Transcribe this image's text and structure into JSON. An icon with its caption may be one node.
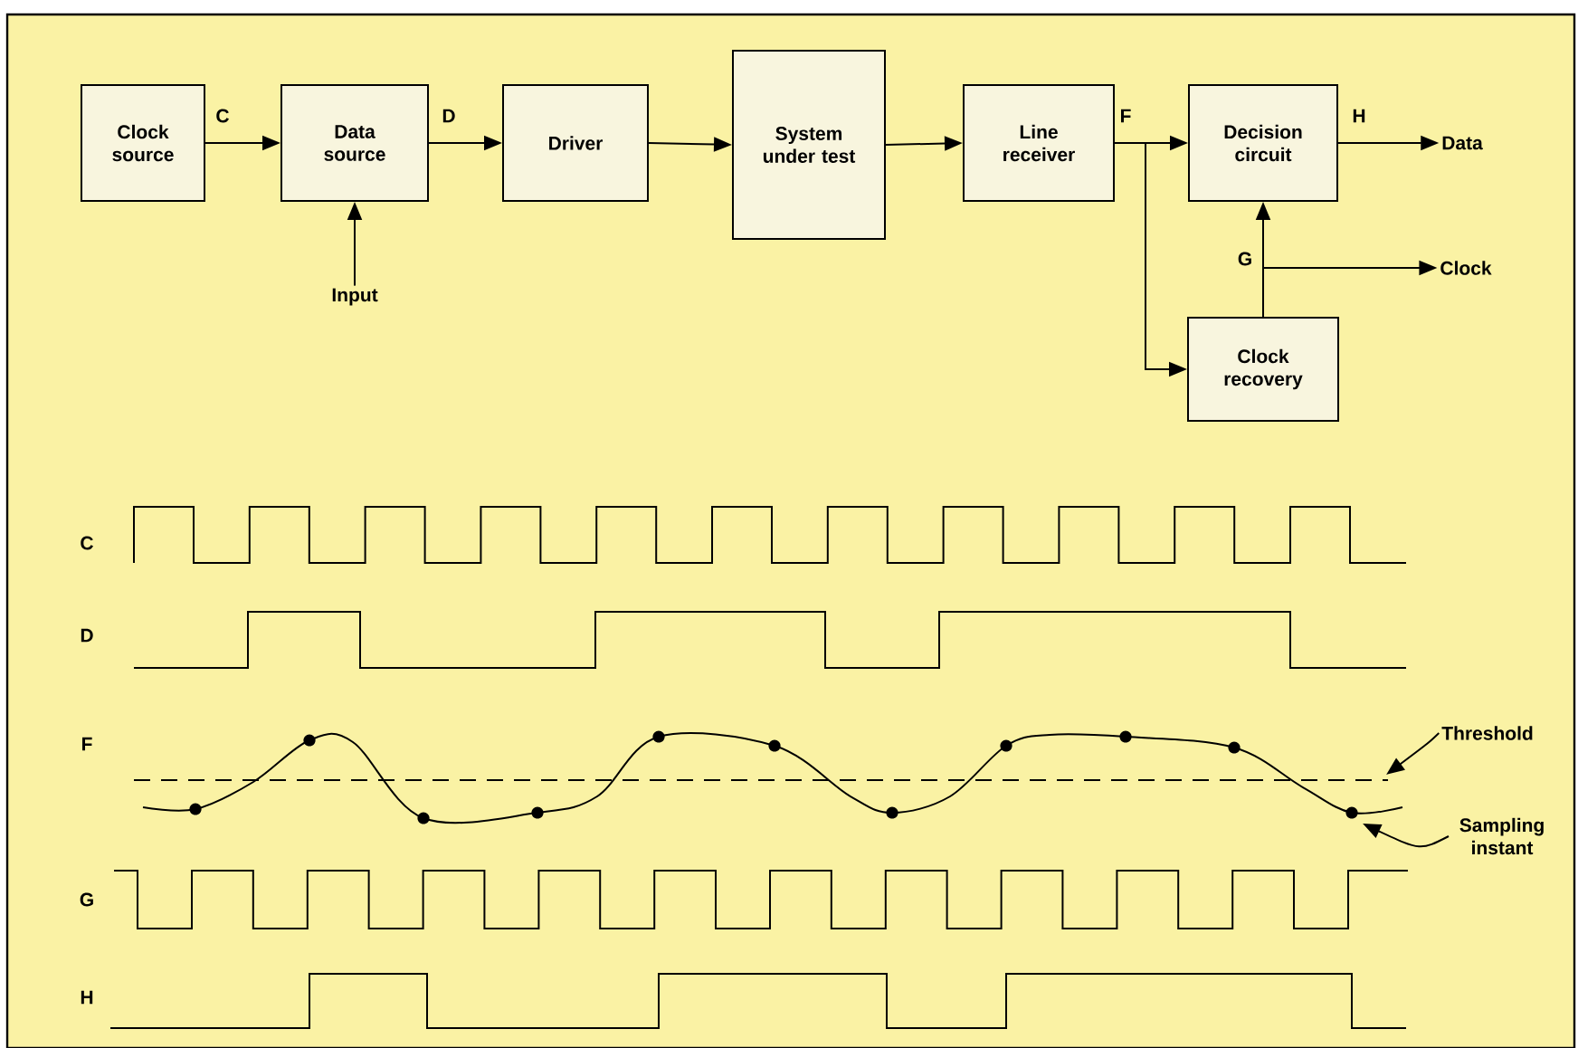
{
  "diagram": {
    "nodes": [
      {
        "text": [
          "Clock source"
        ]
      },
      {
        "text": [
          "Data source"
        ]
      },
      {
        "text": [
          "Driver"
        ]
      },
      {
        "text": [
          "System under test"
        ]
      },
      {
        "text": [
          "Line receiver"
        ]
      },
      {
        "text": [
          "Decision circuit"
        ]
      },
      {
        "text": [
          "Clock recovery"
        ]
      },
      {
        "text": [
          "Input"
        ]
      },
      {
        "text": [
          "Data"
        ]
      },
      {
        "text": [
          "Clock"
        ]
      },
      {
        "text": [
          "Threshold"
        ]
      },
      {
        "text": [
          "Sampling instant"
        ]
      }
    ],
    "edges": [
      {
        "from": 0,
        "to": 1,
        "arrow": "to",
        "label": "C"
      },
      {
        "from": 1,
        "to": 2,
        "arrow": "to",
        "label": "D"
      },
      {
        "from": 2,
        "to": 3,
        "arrow": "to"
      },
      {
        "from": 3,
        "to": 4,
        "arrow": "to"
      },
      {
        "from": 4,
        "to": 5,
        "arrow": "to",
        "label": "F"
      },
      {
        "from": 4,
        "to": 6,
        "arrow": "to"
      },
      {
        "from": 7,
        "to": 1,
        "arrow": "to"
      },
      {
        "from": 5,
        "to": 8,
        "arrow": "to",
        "label": "H"
      },
      {
        "from": 6,
        "to": 5,
        "arrow": "to",
        "label": "G"
      },
      {
        "from": 6,
        "to": 9,
        "arrow": "to"
      },
      {
        "from": 10,
        "to": null,
        "arrow": "to"
      },
      {
        "from": 11,
        "to": null,
        "arrow": "to"
      }
    ],
    "labels": [
      "C",
      "D",
      "F",
      "G",
      "H"
    ]
  }
}
